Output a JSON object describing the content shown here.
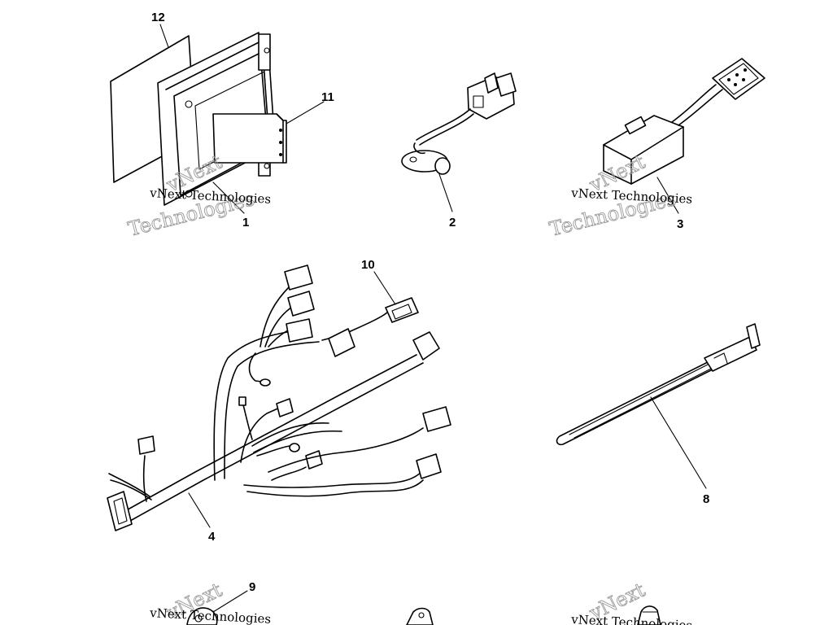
{
  "callouts": {
    "c1": "1",
    "c2": "2",
    "c3": "3",
    "c4": "4",
    "c8": "8",
    "c9": "9",
    "c10": "10",
    "c11": "11",
    "c12": "12"
  },
  "watermark": {
    "line1": "vNext Technologies",
    "line2": "Technologies",
    "line3": "vNext"
  },
  "colors": {
    "ink": "#000000",
    "watermark_outline": "#9a9a9a",
    "paper": "#ffffff"
  }
}
